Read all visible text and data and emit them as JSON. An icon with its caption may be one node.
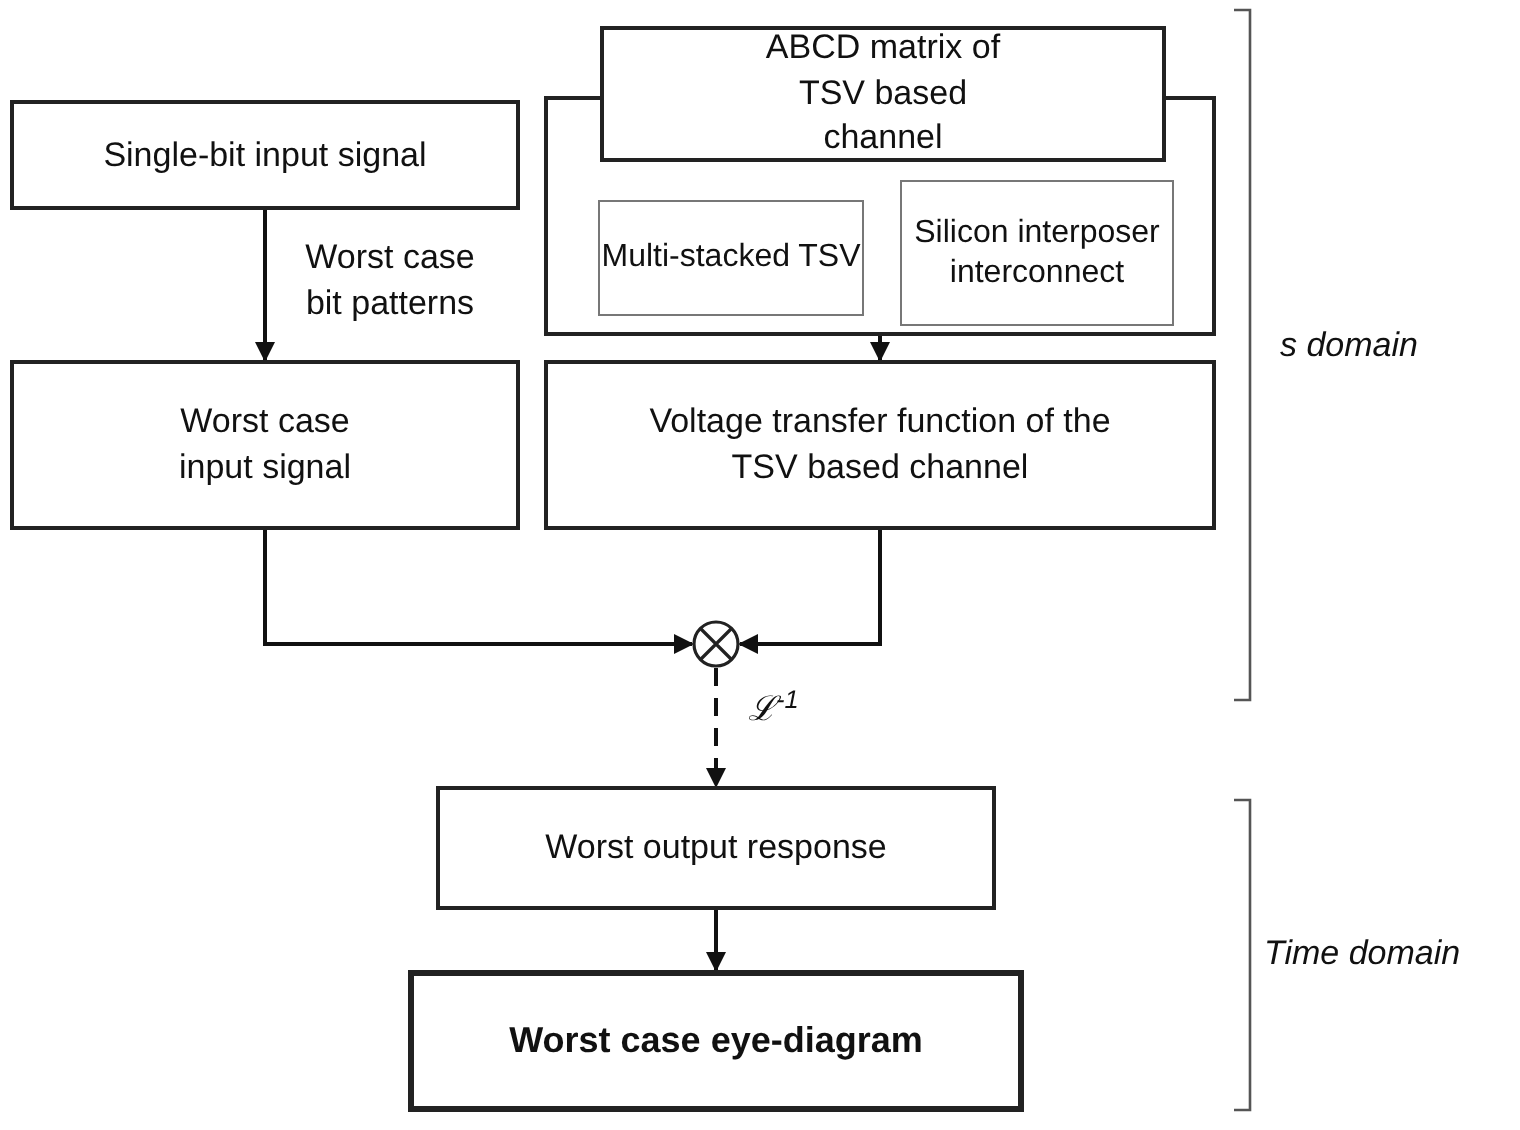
{
  "diagram": {
    "nodes": [
      {
        "text": [
          "Single-bit input signal"
        ]
      },
      {
        "text": [],
        "shape": "box"
      },
      {
        "text": [
          "ABCD matrix of TSV based channel"
        ],
        "in": 1
      },
      {
        "text": [
          "Multi-stacked TSV"
        ],
        "in": 1
      },
      {
        "text": [
          "Silicon interposer interconnect"
        ],
        "in": 1
      },
      {
        "text": [
          "Worst case input signal"
        ]
      },
      {
        "text": [
          "Voltage transfer function of the TSV based channel"
        ]
      },
      {
        "text": [],
        "shape": "circle"
      },
      {
        "text": [
          "Worst output response"
        ]
      },
      {
        "text": [
          "Worst case eye-diagram"
        ]
      }
    ],
    "edges": [
      {
        "from": 0,
        "to": 5,
        "arrow": "to",
        "label": "Worst case bit patterns"
      },
      {
        "from": 1,
        "to": 6,
        "arrow": "to"
      },
      {
        "from": 5,
        "to": 7,
        "arrow": "to"
      },
      {
        "from": 6,
        "to": 7,
        "arrow": "to"
      },
      {
        "from": 7,
        "to": 8,
        "arrow": "to",
        "style": "dashed",
        "label": "ℒ$^{-1}$"
      },
      {
        "from": 8,
        "to": 9,
        "arrow": "to"
      }
    ],
    "labels": [
      "s domain",
      "Time domain"
    ]
  }
}
